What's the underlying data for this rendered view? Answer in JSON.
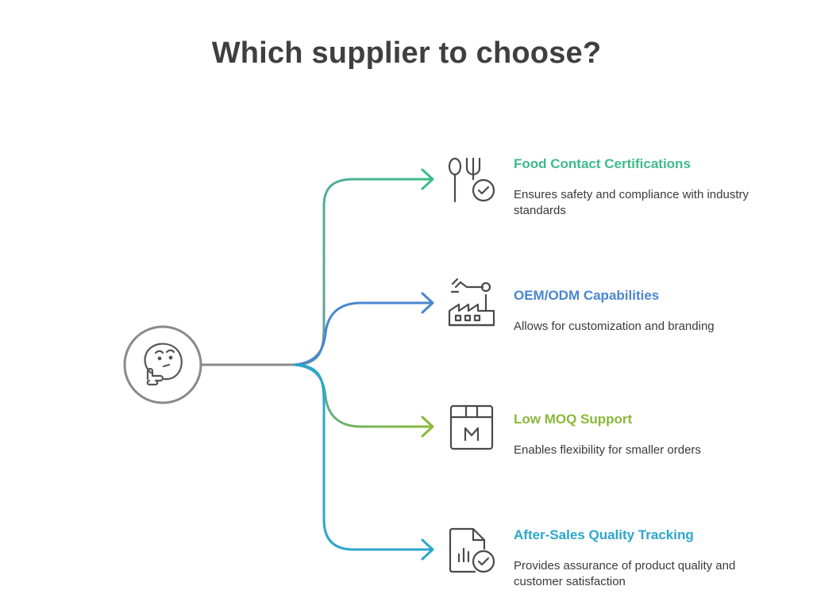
{
  "title": "Which supplier to choose?",
  "center": {
    "icon": "thinking-face-icon"
  },
  "items": [
    {
      "title": "Food Contact Certifications",
      "description": "Ensures safety and compliance with industry standards",
      "icon": "utensils-check-icon",
      "color": "#3dbb8a"
    },
    {
      "title": "OEM/ODM Capabilities",
      "description": "Allows for customization and branding",
      "icon": "factory-robot-arm-icon",
      "color": "#4a86cf"
    },
    {
      "title": "Low MOQ Support",
      "description": "Enables flexibility for smaller orders",
      "icon": "box-m-icon",
      "color": "#8ab83a"
    },
    {
      "title": "After-Sales Quality Tracking",
      "description": "Provides assurance of product quality and customer satisfaction",
      "icon": "report-check-icon",
      "color": "#2ba6cc"
    }
  ]
}
